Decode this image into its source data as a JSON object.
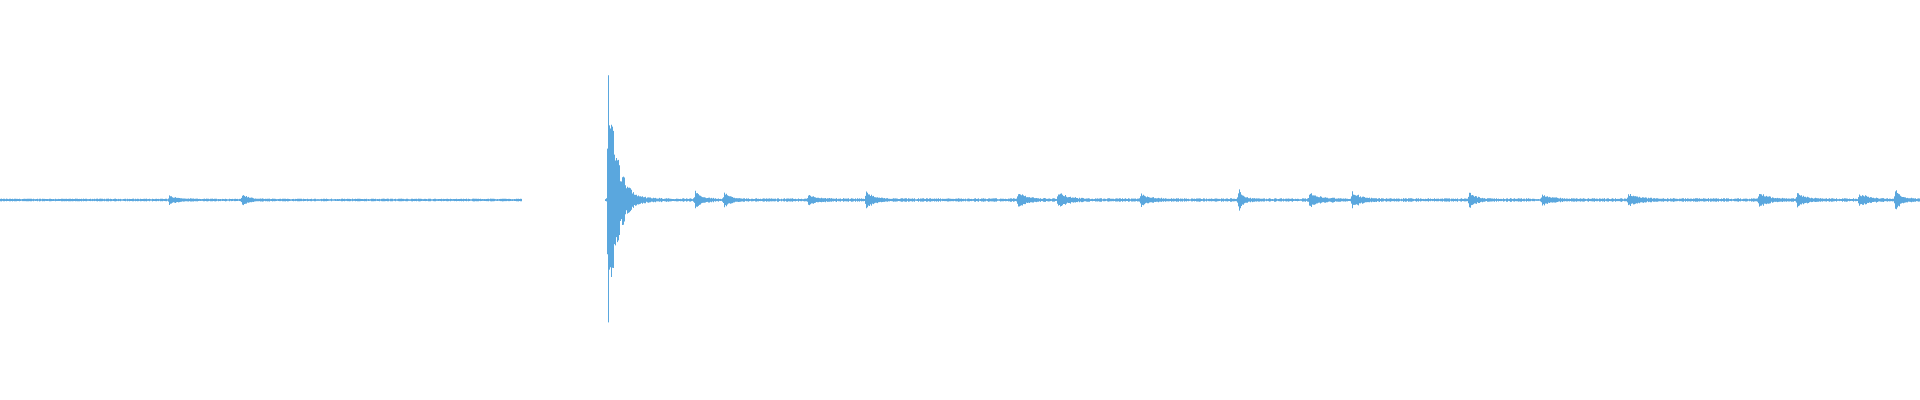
{
  "waveform": {
    "color": "#5aa7de",
    "segments": [
      {
        "start": 0.0,
        "end": 0.272,
        "base": 0.006,
        "noise": 0.004,
        "events": [
          {
            "t": 0.088,
            "amp": 0.028,
            "decay": 0.004
          },
          {
            "t": 0.126,
            "amp": 0.045,
            "decay": 0.003
          }
        ]
      },
      {
        "start": 0.315,
        "end": 1.0,
        "base": 0.006,
        "noise": 0.007,
        "events": [
          {
            "t": 0.3165,
            "amp": 1.0,
            "decay": 0.0045
          },
          {
            "t": 0.362,
            "amp": 0.06,
            "decay": 0.003
          },
          {
            "t": 0.377,
            "amp": 0.05,
            "decay": 0.003
          },
          {
            "t": 0.421,
            "amp": 0.035,
            "decay": 0.004
          },
          {
            "t": 0.451,
            "amp": 0.06,
            "decay": 0.004
          },
          {
            "t": 0.53,
            "amp": 0.055,
            "decay": 0.004
          },
          {
            "t": 0.551,
            "amp": 0.05,
            "decay": 0.005
          },
          {
            "t": 0.594,
            "amp": 0.045,
            "decay": 0.004
          },
          {
            "t": 0.645,
            "amp": 0.1,
            "decay": 0.002
          },
          {
            "t": 0.682,
            "amp": 0.05,
            "decay": 0.005
          },
          {
            "t": 0.704,
            "amp": 0.055,
            "decay": 0.004
          },
          {
            "t": 0.765,
            "amp": 0.06,
            "decay": 0.003
          },
          {
            "t": 0.803,
            "amp": 0.04,
            "decay": 0.004
          },
          {
            "t": 0.848,
            "amp": 0.045,
            "decay": 0.005
          },
          {
            "t": 0.916,
            "amp": 0.05,
            "decay": 0.005
          },
          {
            "t": 0.936,
            "amp": 0.055,
            "decay": 0.004
          },
          {
            "t": 0.968,
            "amp": 0.04,
            "decay": 0.005
          },
          {
            "t": 0.987,
            "amp": 0.075,
            "decay": 0.003
          }
        ]
      }
    ]
  }
}
